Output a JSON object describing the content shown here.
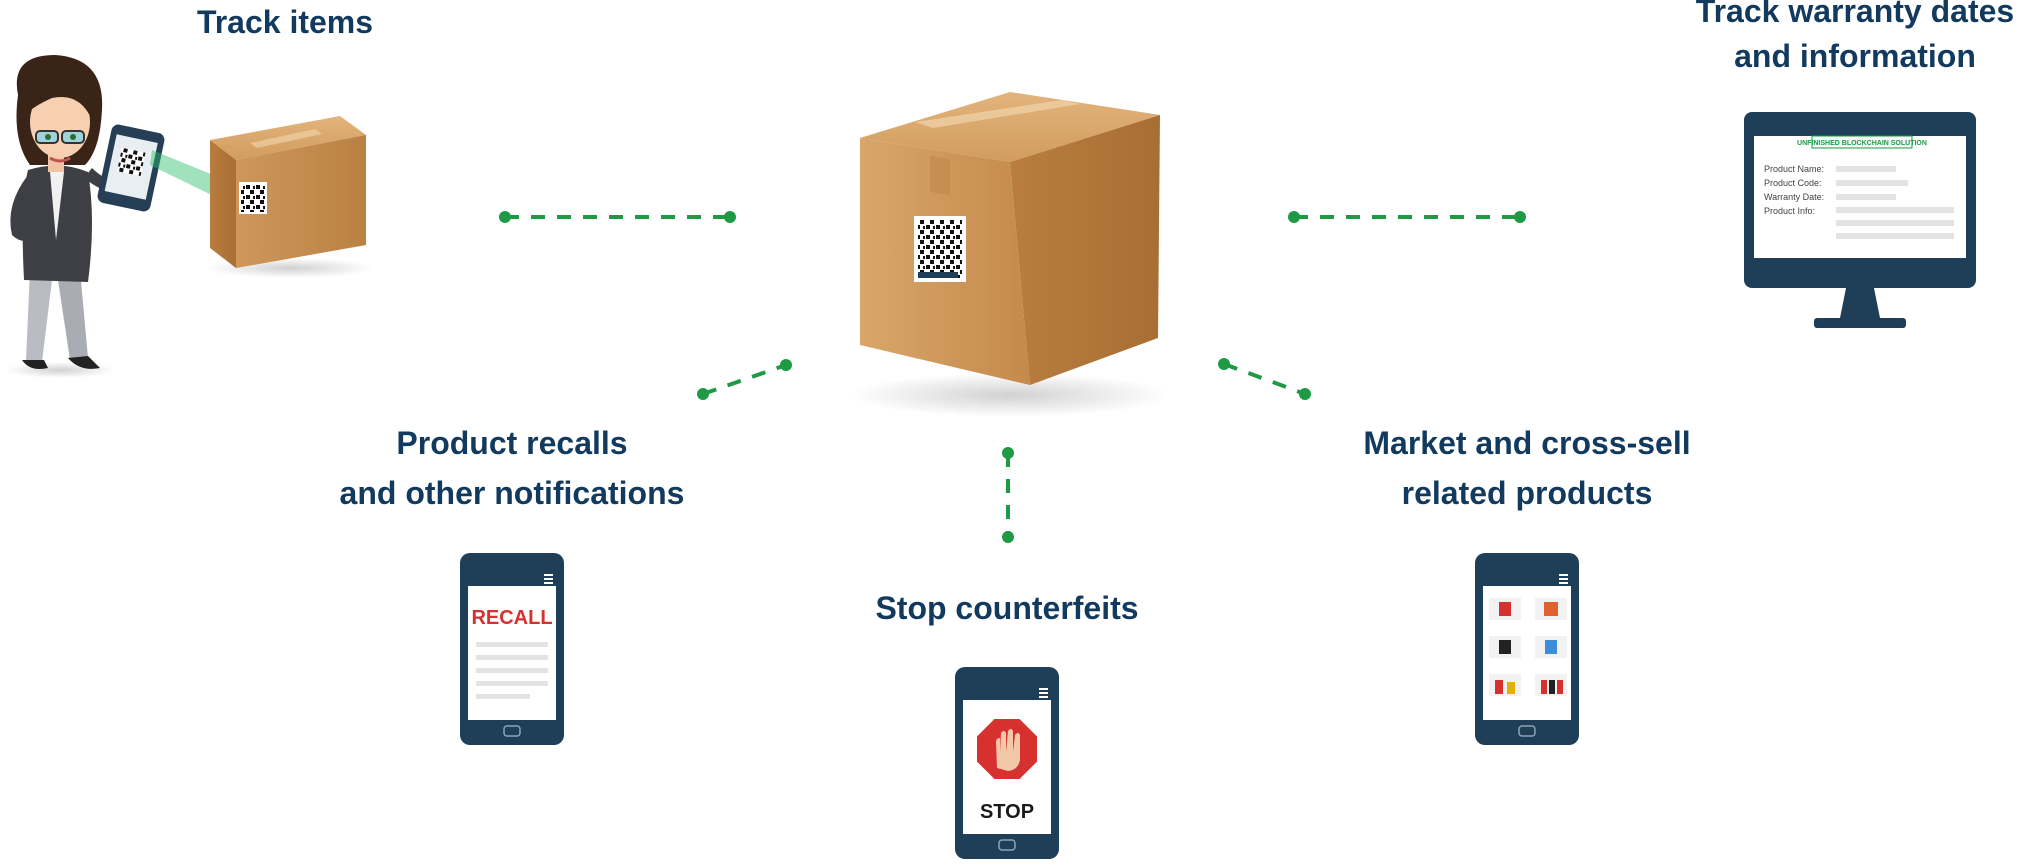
{
  "colors": {
    "title": "#123a5e",
    "connector": "#1e9a45",
    "box": "#c98f50",
    "device": "#1f3e58",
    "recall_text": "#d6312f",
    "stop_sign": "#d6312f"
  },
  "labels": {
    "track_items": "Track items",
    "warranty_line1": "Track warranty dates",
    "warranty_line2": "and information",
    "recalls_line1": "Product recalls",
    "recalls_line2": "and other notifications",
    "counterfeits": "Stop counterfeits",
    "market_line1": "Market and cross-sell",
    "market_line2": "related products"
  },
  "monitor_screen": {
    "banner": "UNFINISHED BLOCKCHAIN SOLUTION",
    "fields": [
      "Product Name:",
      "Product Code:",
      "Warranty Date:",
      "Product Info:"
    ]
  },
  "recall_phone": {
    "headline": "RECALL"
  },
  "stop_phone": {
    "caption": "STOP"
  },
  "icons": [
    "businesswoman-illustration",
    "smartphone-icon",
    "cardboard-box",
    "qr-code-icon",
    "desktop-monitor",
    "stop-sign-icon",
    "hamburger-menu-icon"
  ]
}
